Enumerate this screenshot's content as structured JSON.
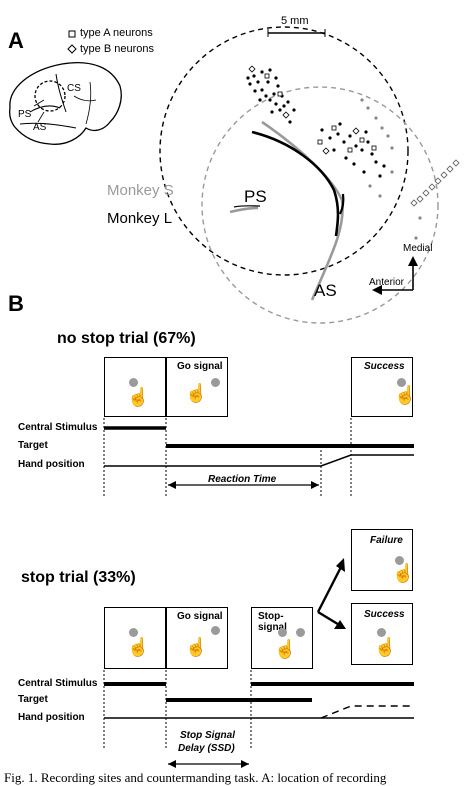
{
  "panel_a": {
    "label": "A",
    "legend": {
      "type_a": "type A neurons",
      "type_b": "type B neurons"
    },
    "scale_bar": "5 mm",
    "brain_labels": {
      "cs": "CS",
      "ps": "PS",
      "as": "AS"
    },
    "monkey_s": "Monkey S",
    "monkey_l": "Monkey L",
    "ps_label": "PS",
    "as_label": "AS",
    "medial": "Medial",
    "anterior": "Anterior",
    "colors": {
      "monkey_s": "#9a9a9a",
      "monkey_l": "#000000"
    }
  },
  "panel_b": {
    "label": "B",
    "no_stop": {
      "title": "no stop trial (67%)",
      "go_signal": "Go signal",
      "success": "Success",
      "rows": [
        "Central Stimulus",
        "Target",
        "Hand position"
      ],
      "reaction_time": "Reaction Time"
    },
    "stop": {
      "title": "stop trial (33%)",
      "go_signal": "Go signal",
      "stop_signal": "Stop-signal",
      "failure": "Failure",
      "success": "Success",
      "rows": [
        "Central Stimulus",
        "Target",
        "Hand position"
      ],
      "ssd_line1": "Stop Signal",
      "ssd_line2": "Delay (SSD)"
    }
  },
  "caption": "Fig. 1. Recording sites and countermanding task. A: location of recording"
}
